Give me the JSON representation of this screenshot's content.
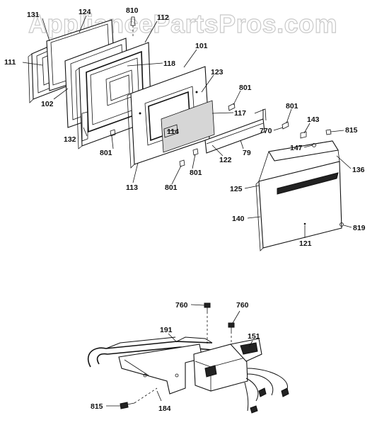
{
  "watermark": "AppliancePartsPros.com",
  "callouts": {
    "c131": "131",
    "c124": "124",
    "c810": "810",
    "c112": "112",
    "c111": "111",
    "c118": "118",
    "c101": "101",
    "c102": "102",
    "c123": "123",
    "c132": "132",
    "c801a": "801",
    "c117": "117",
    "c801b": "801",
    "c143": "143",
    "c815a": "815",
    "c114": "114",
    "c770": "770",
    "c801c": "801",
    "c122": "122",
    "c79": "79",
    "c147": "147",
    "c801d": "801",
    "c136": "136",
    "c113": "113",
    "c801e": "801",
    "c125": "125",
    "c140": "140",
    "c819": "819",
    "c121": "121",
    "c760a": "760",
    "c760b": "760",
    "c191": "191",
    "c151": "151",
    "c815b": "815",
    "c184": "184"
  }
}
